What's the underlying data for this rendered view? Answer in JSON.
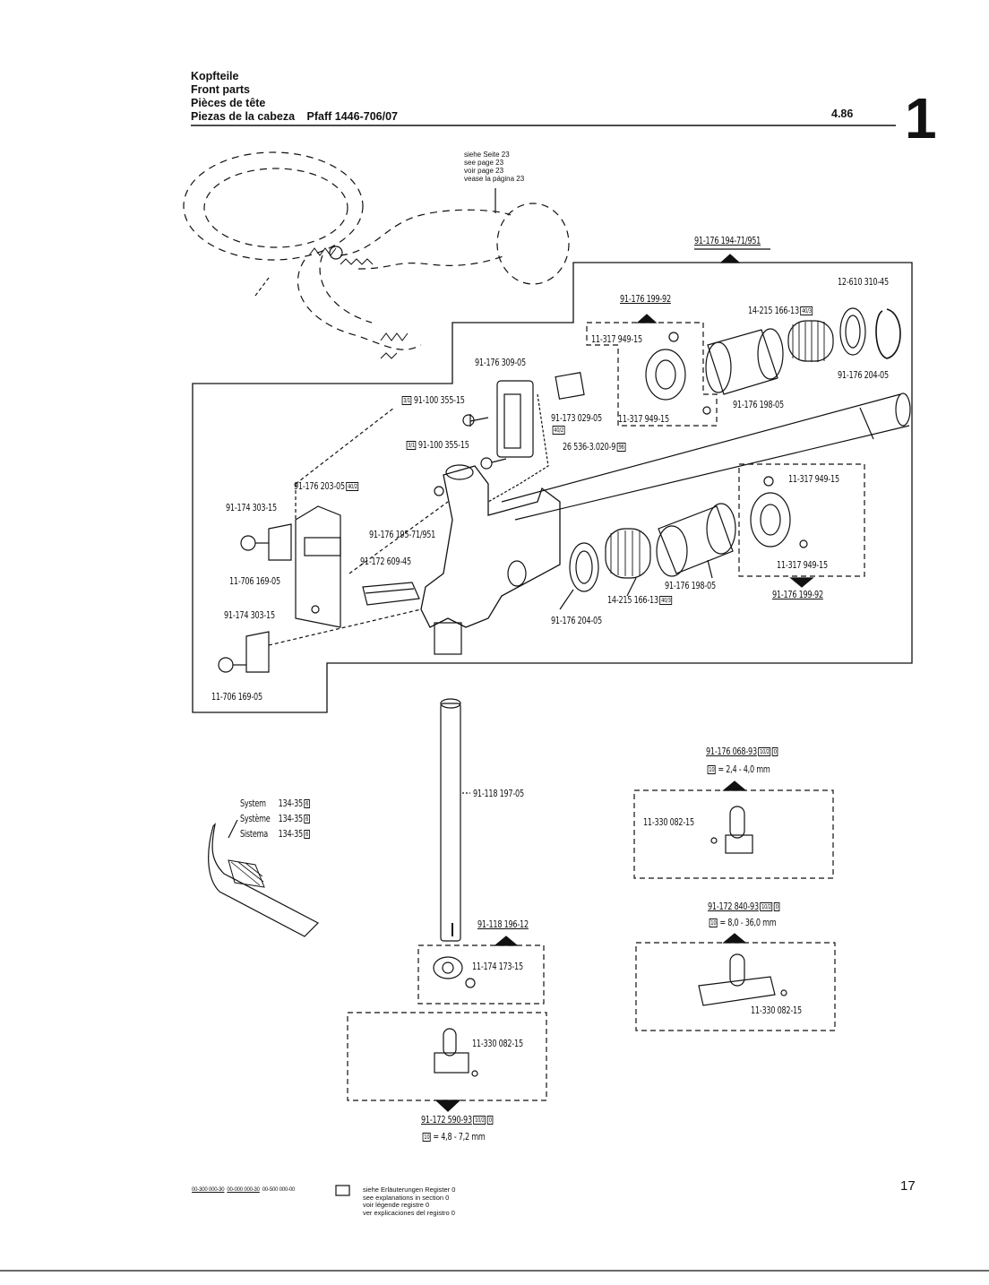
{
  "header": {
    "lines": [
      "Kopfteile",
      "Front parts",
      "Pièces de tête"
    ],
    "last_line": "Piezas de la cabeza",
    "model": "Pfaff 1446-706/07",
    "date": "4.86",
    "section_number": "1"
  },
  "see_page_note": [
    "siehe Seite 23",
    "see page 23",
    "voir page 23",
    "vease la página 23"
  ],
  "labels": {
    "l01": "91-176 194-71/951",
    "l02": "12-610 310-45",
    "l03": "91-176 199-92",
    "l04": "14-215 166-13",
    "l05": "11-317 949-15",
    "l06": "91-176 204-05",
    "l07": "91-176 309-05",
    "l08": "91-100 355-15",
    "l09": "91-173 029-05",
    "l10": "11-317 949-15",
    "l11": "91-176 198-05",
    "l12": "91-100 355-15",
    "l13": "26 536-3.020-9",
    "l14": "91-176 203-05",
    "l15": "91-174 303-15",
    "l16": "11-317 949-15",
    "l17": "91-176 195-71/951",
    "l18": "91-172 609-45",
    "l19": "11-706 169-05",
    "l20": "91-174 303-15",
    "l21": "11-317 949-15",
    "l22": "91-176 198-05",
    "l23": "91-176 199-92",
    "l24": "14-215 166-13",
    "l25": "91-176 204-05",
    "l26": "11-706 169-05",
    "l27": "91-118 197-05",
    "l28": "91-176 068-93",
    "l29": "= 2,4 - 4,0 mm",
    "l30": "11-330 082-15",
    "l31": "91-118 196-12",
    "l32": "11-174 173-15",
    "l33": "91-172 840-93",
    "l34": "= 8,0 - 36,0 mm",
    "l35": "11-330 082-15",
    "l36": "11-330 082-15",
    "l37": "91-172 590-93",
    "l38": "= 4,8 - 7,2 mm"
  },
  "badges": {
    "b40_3": "40/3",
    "b40_2": "40/2",
    "b3_1": "3/1",
    "b96": "96",
    "b10_2": "10/2",
    "b0": "0",
    "b10": "10",
    "b6": "6"
  },
  "system": {
    "rows": [
      {
        "word": "System",
        "value": "134-35"
      },
      {
        "word": "Système",
        "value": "134-35"
      },
      {
        "word": "Sistema",
        "value": "134-35"
      }
    ]
  },
  "footer": {
    "codes": [
      "00-300 000-30",
      "00-000 000-30",
      "00-500 000-00"
    ],
    "notes": [
      "siehe Erläuterungen Register 0",
      "see explanations in section 0",
      "voir légende registre 0",
      "ver explicaciones del registro 0"
    ],
    "page": "17"
  }
}
